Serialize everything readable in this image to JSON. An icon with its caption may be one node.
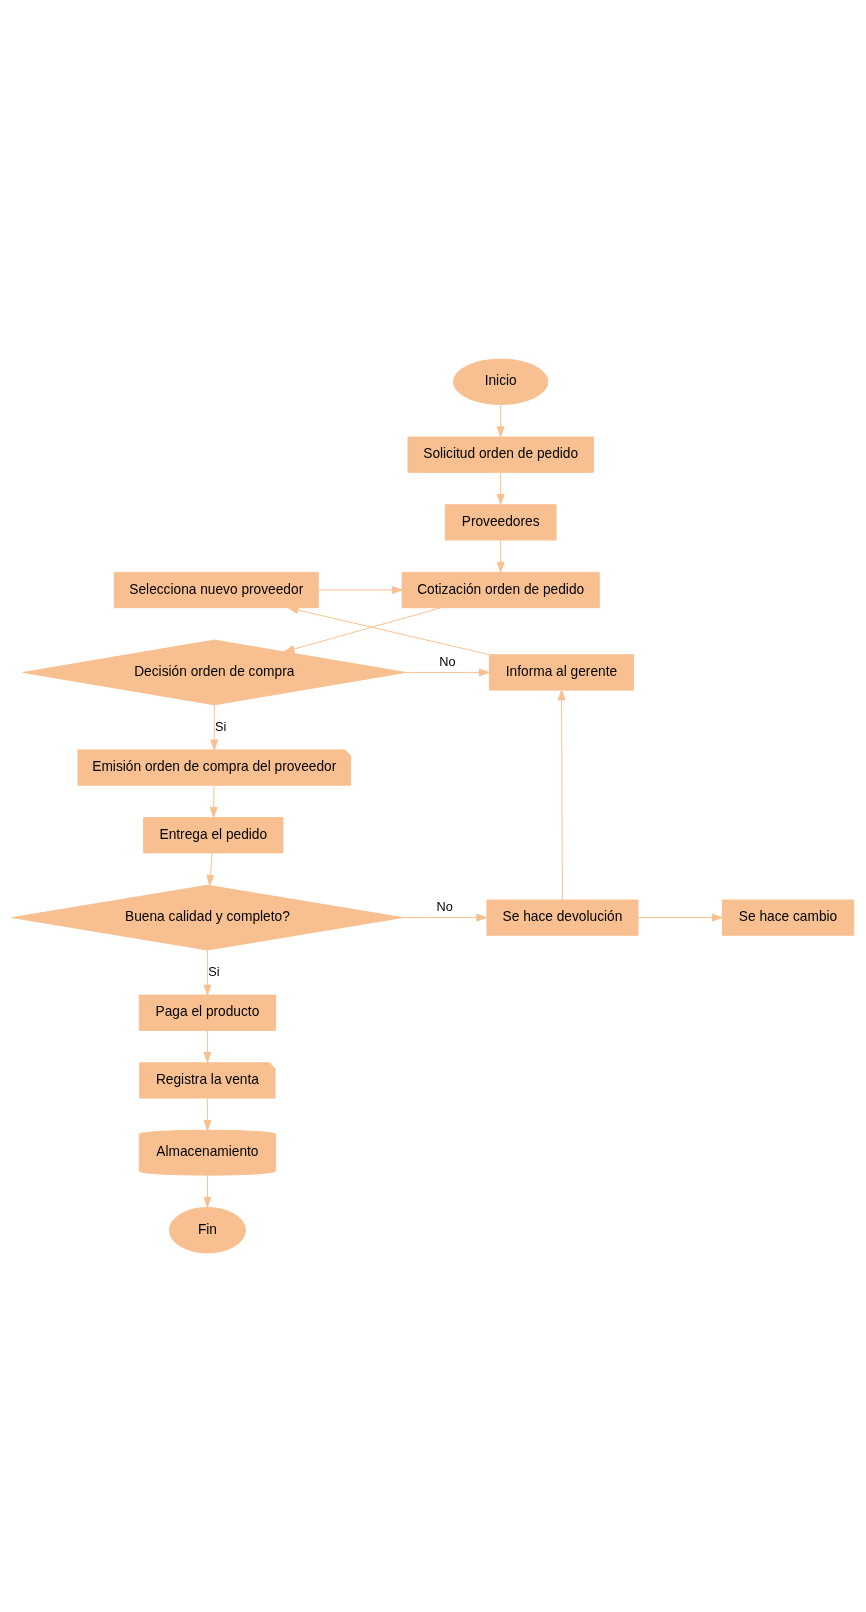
{
  "diagram": {
    "nodes": [
      {
        "text": [
          "Inicio"
        ]
      },
      {
        "text": [
          "Solicitud orden de pedido"
        ]
      },
      {
        "text": [
          "Proveedores"
        ]
      },
      {
        "text": [
          "Cotización orden de pedido"
        ]
      },
      {
        "text": [
          "Selecciona nuevo proveedor"
        ]
      },
      {
        "text": [
          "Decisión orden de compra"
        ]
      },
      {
        "text": [
          "Informa al gerente"
        ]
      },
      {
        "text": [
          "Emisión orden de compra del proveedor"
        ]
      },
      {
        "text": [
          "Entrega el pedido"
        ]
      },
      {
        "text": [
          "Buena calidad y completo?"
        ]
      },
      {
        "text": [
          "Se hace devolución"
        ]
      },
      {
        "text": [
          "Se hace cambio"
        ]
      },
      {
        "text": [
          "Paga el producto"
        ]
      },
      {
        "text": [
          "Registra la venta"
        ]
      },
      {
        "text": [
          "Almacenamiento"
        ]
      },
      {
        "text": [
          "Fin"
        ]
      }
    ],
    "edges": [
      {
        "from": 0,
        "to": 1,
        "arrow": "to"
      },
      {
        "from": 1,
        "to": 2,
        "arrow": "to"
      },
      {
        "from": 2,
        "to": 3,
        "arrow": "to"
      },
      {
        "from": 4,
        "to": 3,
        "arrow": "to"
      },
      {
        "from": 3,
        "to": 5,
        "arrow": "to"
      },
      {
        "from": 5,
        "to": 6,
        "arrow": "to",
        "label": "No"
      },
      {
        "from": 6,
        "to": 4,
        "arrow": "to"
      },
      {
        "from": 5,
        "to": 7,
        "arrow": "to",
        "label": "Si"
      },
      {
        "from": 7,
        "to": 8,
        "arrow": "to"
      },
      {
        "from": 8,
        "to": 9,
        "arrow": "to"
      },
      {
        "from": 9,
        "to": 10,
        "arrow": "to",
        "label": "No"
      },
      {
        "from": 10,
        "to": 11,
        "arrow": "to"
      },
      {
        "from": 10,
        "to": 6,
        "arrow": "to"
      },
      {
        "from": 9,
        "to": 12,
        "arrow": "to",
        "label": "Si"
      },
      {
        "from": 12,
        "to": 13,
        "arrow": "to"
      },
      {
        "from": 13,
        "to": 14,
        "arrow": "to"
      },
      {
        "from": 14,
        "to": 15,
        "arrow": "to"
      }
    ]
  }
}
